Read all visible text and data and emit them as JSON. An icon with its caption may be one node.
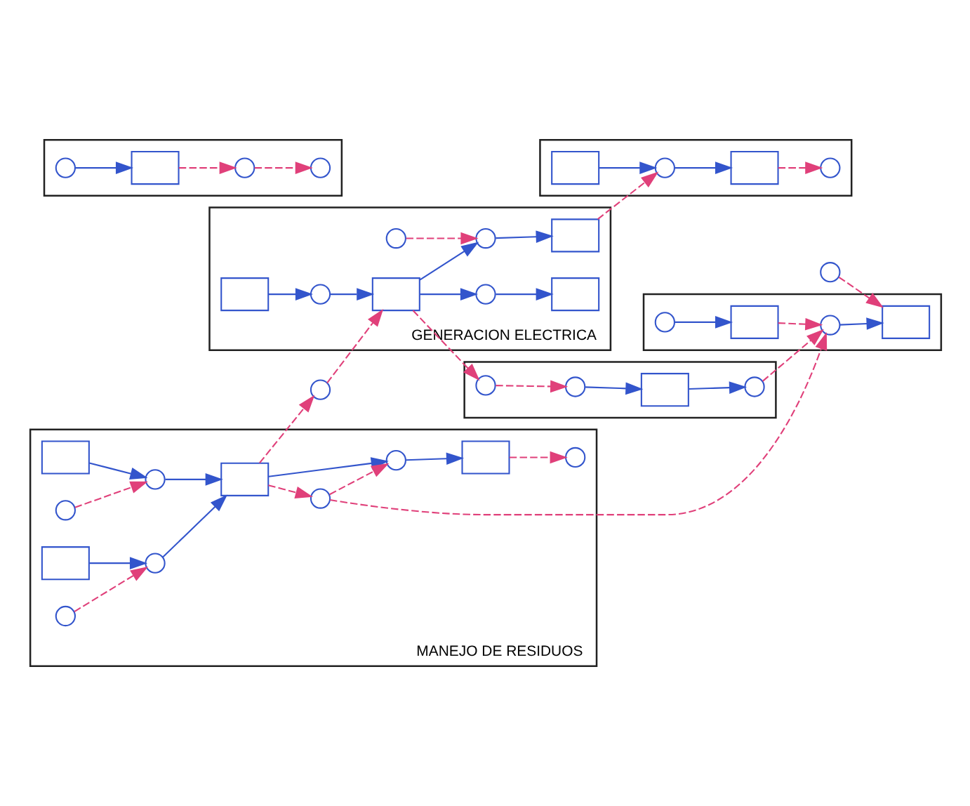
{
  "diagram": {
    "nodes": [
      {
        "text": [
          "MANEJO DE RESIDUOS"
        ]
      },
      {
        "text": [],
        "shape": "box",
        "in": 0
      },
      {
        "text": [],
        "shape": "circle",
        "in": 0
      },
      {
        "text": [],
        "shape": "box",
        "in": 0
      },
      {
        "text": [],
        "shape": "circle",
        "in": 0
      },
      {
        "text": [],
        "shape": "box",
        "in": 0
      },
      {
        "text": [],
        "shape": "box",
        "in": 0
      },
      {
        "text": [],
        "shape": "circle",
        "in": 0
      },
      {
        "text": [],
        "shape": "circle",
        "in": 0
      },
      {
        "text": [],
        "shape": "circle",
        "in": 0
      },
      {
        "text": [],
        "shape": "circle",
        "in": 0
      },
      {
        "text": [],
        "shape": "circle",
        "in": 0
      },
      {
        "text": [
          "GENERACION ELECTRICA"
        ]
      },
      {
        "text": [],
        "shape": "box",
        "in": 12
      },
      {
        "text": [],
        "shape": "circle",
        "in": 12
      },
      {
        "text": [],
        "shape": "box",
        "in": 12
      },
      {
        "text": [],
        "shape": "box",
        "in": 12
      },
      {
        "text": [],
        "shape": "circle",
        "in": 12
      },
      {
        "text": [],
        "shape": "box",
        "in": 12
      },
      {
        "text": [],
        "shape": "circle",
        "in": 12
      },
      {
        "text": [],
        "shape": "circle",
        "in": 12
      },
      {
        "text": [],
        "shape": "circle"
      },
      {
        "text": [],
        "shape": "box"
      },
      {
        "text": [],
        "shape": "box",
        "in": 22
      },
      {
        "text": [],
        "shape": "circle",
        "in": 22
      },
      {
        "text": [],
        "shape": "circle",
        "in": 22
      },
      {
        "text": [],
        "shape": "circle",
        "in": 22
      },
      {
        "text": [],
        "shape": "box"
      },
      {
        "text": [],
        "shape": "box",
        "in": 27
      },
      {
        "text": [],
        "shape": "box",
        "in": 27
      },
      {
        "text": [],
        "shape": "circle",
        "in": 27
      },
      {
        "text": [],
        "shape": "circle",
        "in": 27
      },
      {
        "text": [],
        "shape": "box"
      },
      {
        "text": [],
        "shape": "box",
        "in": 32
      },
      {
        "text": [],
        "shape": "circle",
        "in": 32
      },
      {
        "text": [],
        "shape": "circle",
        "in": 32
      },
      {
        "text": [],
        "shape": "box",
        "in": 32
      },
      {
        "text": [],
        "shape": "box"
      },
      {
        "text": [],
        "shape": "box",
        "in": 37
      },
      {
        "text": [],
        "shape": "circle",
        "in": 37
      },
      {
        "text": [],
        "shape": "circle",
        "in": 37
      },
      {
        "text": [],
        "shape": "circle",
        "in": 37
      },
      {
        "text": [],
        "shape": "circle"
      }
    ],
    "edges": [
      {
        "from": 3,
        "to": 2,
        "arrow": "to"
      },
      {
        "from": 2,
        "to": 1,
        "arrow": "to"
      },
      {
        "from": 1,
        "to": 4,
        "arrow": "to"
      },
      {
        "from": 4,
        "to": 5,
        "arrow": "to"
      },
      {
        "from": 6,
        "to": 7,
        "arrow": "to"
      },
      {
        "from": 7,
        "to": 1,
        "arrow": "to"
      },
      {
        "from": 8,
        "to": 2,
        "arrow": "to",
        "style": "dashed",
        "color": "#e0407a"
      },
      {
        "from": 9,
        "to": 7,
        "arrow": "to",
        "style": "dashed",
        "color": "#e0407a"
      },
      {
        "from": 1,
        "to": 10,
        "arrow": "to",
        "style": "dashed",
        "color": "#e0407a"
      },
      {
        "from": 10,
        "to": 4,
        "arrow": "to",
        "style": "dashed",
        "color": "#e0407a"
      },
      {
        "from": 5,
        "to": 11,
        "arrow": "to",
        "style": "dashed",
        "color": "#e0407a"
      },
      {
        "from": 13,
        "to": 14,
        "arrow": "to"
      },
      {
        "from": 14,
        "to": 15,
        "arrow": "to"
      },
      {
        "from": 15,
        "to": 17,
        "arrow": "to"
      },
      {
        "from": 17,
        "to": 16,
        "arrow": "to"
      },
      {
        "from": 15,
        "to": 19,
        "arrow": "to"
      },
      {
        "from": 19,
        "to": 18,
        "arrow": "to"
      },
      {
        "from": 20,
        "to": 19,
        "arrow": "to",
        "style": "dashed",
        "color": "#e0407a"
      },
      {
        "from": 1,
        "to": 21,
        "arrow": "to",
        "style": "dashed",
        "color": "#e0407a"
      },
      {
        "from": 21,
        "to": 15,
        "arrow": "to",
        "style": "dashed",
        "color": "#e0407a"
      },
      {
        "from": 15,
        "to": 24,
        "arrow": "to",
        "style": "dashed",
        "color": "#e0407a"
      },
      {
        "from": 25,
        "to": 23,
        "arrow": "to"
      },
      {
        "from": 23,
        "to": 26,
        "arrow": "to"
      },
      {
        "from": 24,
        "to": 25,
        "arrow": "to",
        "style": "dashed",
        "color": "#e0407a"
      },
      {
        "from": 18,
        "to": 30,
        "arrow": "to",
        "style": "dashed",
        "color": "#e0407a"
      },
      {
        "from": 28,
        "to": 30,
        "arrow": "to"
      },
      {
        "from": 30,
        "to": 29,
        "arrow": "to"
      },
      {
        "from": 29,
        "to": 31,
        "arrow": "to",
        "style": "dashed",
        "color": "#e0407a"
      },
      {
        "from": 10,
        "to": 35,
        "arrow": "to",
        "style": "dashed",
        "color": "#e0407a"
      },
      {
        "from": 34,
        "to": 33,
        "arrow": "to"
      },
      {
        "from": 35,
        "to": 36,
        "arrow": "to"
      },
      {
        "from": 33,
        "to": 35,
        "arrow": "to",
        "style": "dashed",
        "color": "#e0407a"
      },
      {
        "from": 42,
        "to": 36,
        "arrow": "to",
        "style": "dashed",
        "color": "#e0407a"
      },
      {
        "from": 39,
        "to": 38,
        "arrow": "to"
      },
      {
        "from": 40,
        "to": 41,
        "arrow": "to",
        "style": "dashed",
        "color": "#e0407a"
      },
      {
        "from": 38,
        "to": 40,
        "arrow": "to",
        "style": "dashed",
        "color": "#e0407a"
      },
      {
        "from": 26,
        "to": 35,
        "arrow": "to",
        "style": "dashed",
        "color": "#e0407a"
      }
    ]
  }
}
